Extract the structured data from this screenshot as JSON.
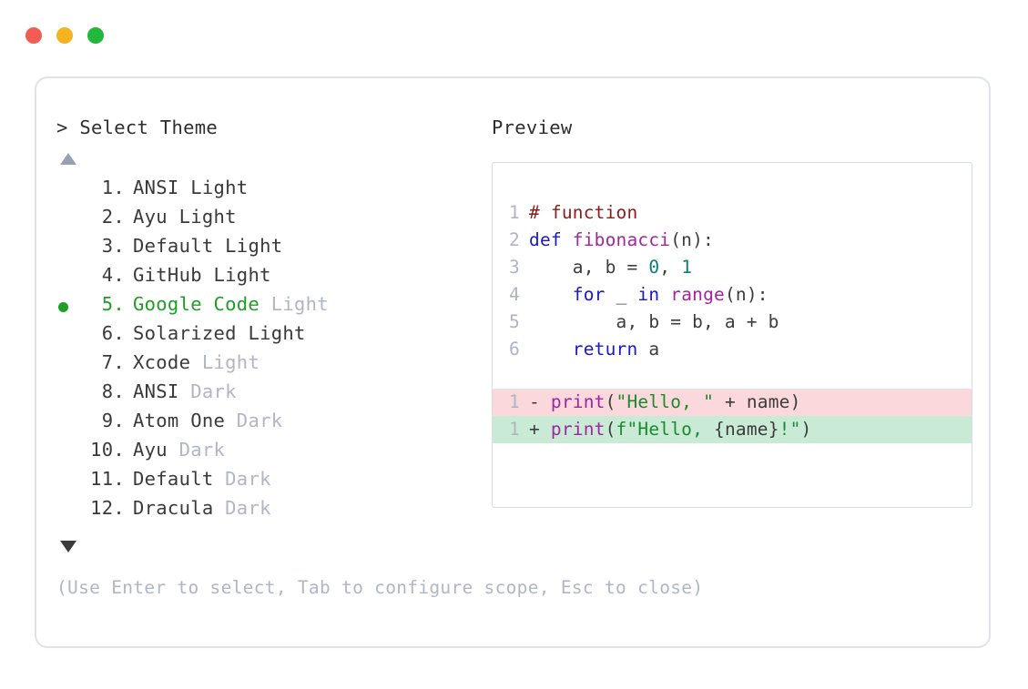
{
  "window": {
    "buttons": [
      {
        "name": "close-button",
        "color": "#F25C54"
      },
      {
        "name": "minimize-button",
        "color": "#F4B321"
      },
      {
        "name": "maximize-button",
        "color": "#22B83C"
      }
    ]
  },
  "left_panel": {
    "prompt_symbol": ">",
    "prompt_title": "Select Theme",
    "scroll_up_icon": "triangle-up-icon",
    "scroll_down_icon": "triangle-down-icon",
    "selected_index": 5,
    "selected_color": "#1E9E26",
    "items": [
      {
        "number": "1.",
        "name": "ANSI",
        "variant": "Light",
        "variant_muted": false,
        "selected": false
      },
      {
        "number": "2.",
        "name": "Ayu",
        "variant": "Light",
        "variant_muted": false,
        "selected": false
      },
      {
        "number": "3.",
        "name": "Default",
        "variant": "Light",
        "variant_muted": false,
        "selected": false
      },
      {
        "number": "4.",
        "name": "GitHub",
        "variant": "Light",
        "variant_muted": false,
        "selected": false
      },
      {
        "number": "5.",
        "name": "Google Code",
        "variant": "Light",
        "variant_muted": true,
        "selected": true
      },
      {
        "number": "6.",
        "name": "Solarized",
        "variant": "Light",
        "variant_muted": false,
        "selected": false
      },
      {
        "number": "7.",
        "name": "Xcode",
        "variant": "Light",
        "variant_muted": true,
        "selected": false
      },
      {
        "number": "8.",
        "name": "ANSI",
        "variant": "Dark",
        "variant_muted": true,
        "selected": false
      },
      {
        "number": "9.",
        "name": "Atom One",
        "variant": "Dark",
        "variant_muted": true,
        "selected": false
      },
      {
        "number": "10.",
        "name": "Ayu",
        "variant": "Dark",
        "variant_muted": true,
        "selected": false
      },
      {
        "number": "11.",
        "name": "Default",
        "variant": "Dark",
        "variant_muted": true,
        "selected": false
      },
      {
        "number": "12.",
        "name": "Dracula",
        "variant": "Dark",
        "variant_muted": true,
        "selected": false
      }
    ]
  },
  "right_panel": {
    "label": "Preview",
    "code_lines": [
      {
        "ln": "1",
        "kind": "normal",
        "tokens": [
          {
            "t": "# function",
            "c": "tok-comment"
          }
        ]
      },
      {
        "ln": "2",
        "kind": "normal",
        "tokens": [
          {
            "t": "def ",
            "c": "tok-keyword"
          },
          {
            "t": "fibonacci",
            "c": "tok-func"
          },
          {
            "t": "(n):",
            "c": "tok-plain"
          }
        ]
      },
      {
        "ln": "3",
        "kind": "normal",
        "tokens": [
          {
            "t": "    a, b = ",
            "c": "tok-plain"
          },
          {
            "t": "0",
            "c": "tok-number"
          },
          {
            "t": ", ",
            "c": "tok-plain"
          },
          {
            "t": "1",
            "c": "tok-number"
          }
        ]
      },
      {
        "ln": "4",
        "kind": "normal",
        "tokens": [
          {
            "t": "    ",
            "c": "tok-plain"
          },
          {
            "t": "for",
            "c": "tok-keyword"
          },
          {
            "t": " _ ",
            "c": "tok-plain"
          },
          {
            "t": "in",
            "c": "tok-keyword"
          },
          {
            "t": " ",
            "c": "tok-plain"
          },
          {
            "t": "range",
            "c": "tok-builtin"
          },
          {
            "t": "(n):",
            "c": "tok-plain"
          }
        ]
      },
      {
        "ln": "5",
        "kind": "normal",
        "tokens": [
          {
            "t": "        a, b = b, a + b",
            "c": "tok-plain"
          }
        ]
      },
      {
        "ln": "6",
        "kind": "normal",
        "tokens": [
          {
            "t": "    ",
            "c": "tok-plain"
          },
          {
            "t": "return",
            "c": "tok-keyword"
          },
          {
            "t": " a",
            "c": "tok-plain"
          }
        ]
      },
      {
        "ln": "",
        "kind": "blank",
        "tokens": []
      },
      {
        "ln": "1",
        "kind": "diff-del",
        "tokens": [
          {
            "t": "- ",
            "c": "tok-plain"
          },
          {
            "t": "print",
            "c": "tok-builtin"
          },
          {
            "t": "(",
            "c": "tok-plain"
          },
          {
            "t": "\"Hello, \"",
            "c": "tok-string"
          },
          {
            "t": " + name)",
            "c": "tok-plain"
          }
        ]
      },
      {
        "ln": "1",
        "kind": "diff-add",
        "tokens": [
          {
            "t": "+ ",
            "c": "tok-plain"
          },
          {
            "t": "print",
            "c": "tok-builtin"
          },
          {
            "t": "(",
            "c": "tok-plain"
          },
          {
            "t": "f\"Hello, ",
            "c": "tok-string"
          },
          {
            "t": "{name}",
            "c": "tok-plain"
          },
          {
            "t": "!\"",
            "c": "tok-string"
          },
          {
            "t": ")",
            "c": "tok-plain"
          }
        ]
      }
    ],
    "diff_removed_bg": "#FAD8DC",
    "diff_added_bg": "#C9EBD6"
  },
  "footer": {
    "hint": "(Use Enter to select, Tab to configure scope, Esc to close)"
  }
}
